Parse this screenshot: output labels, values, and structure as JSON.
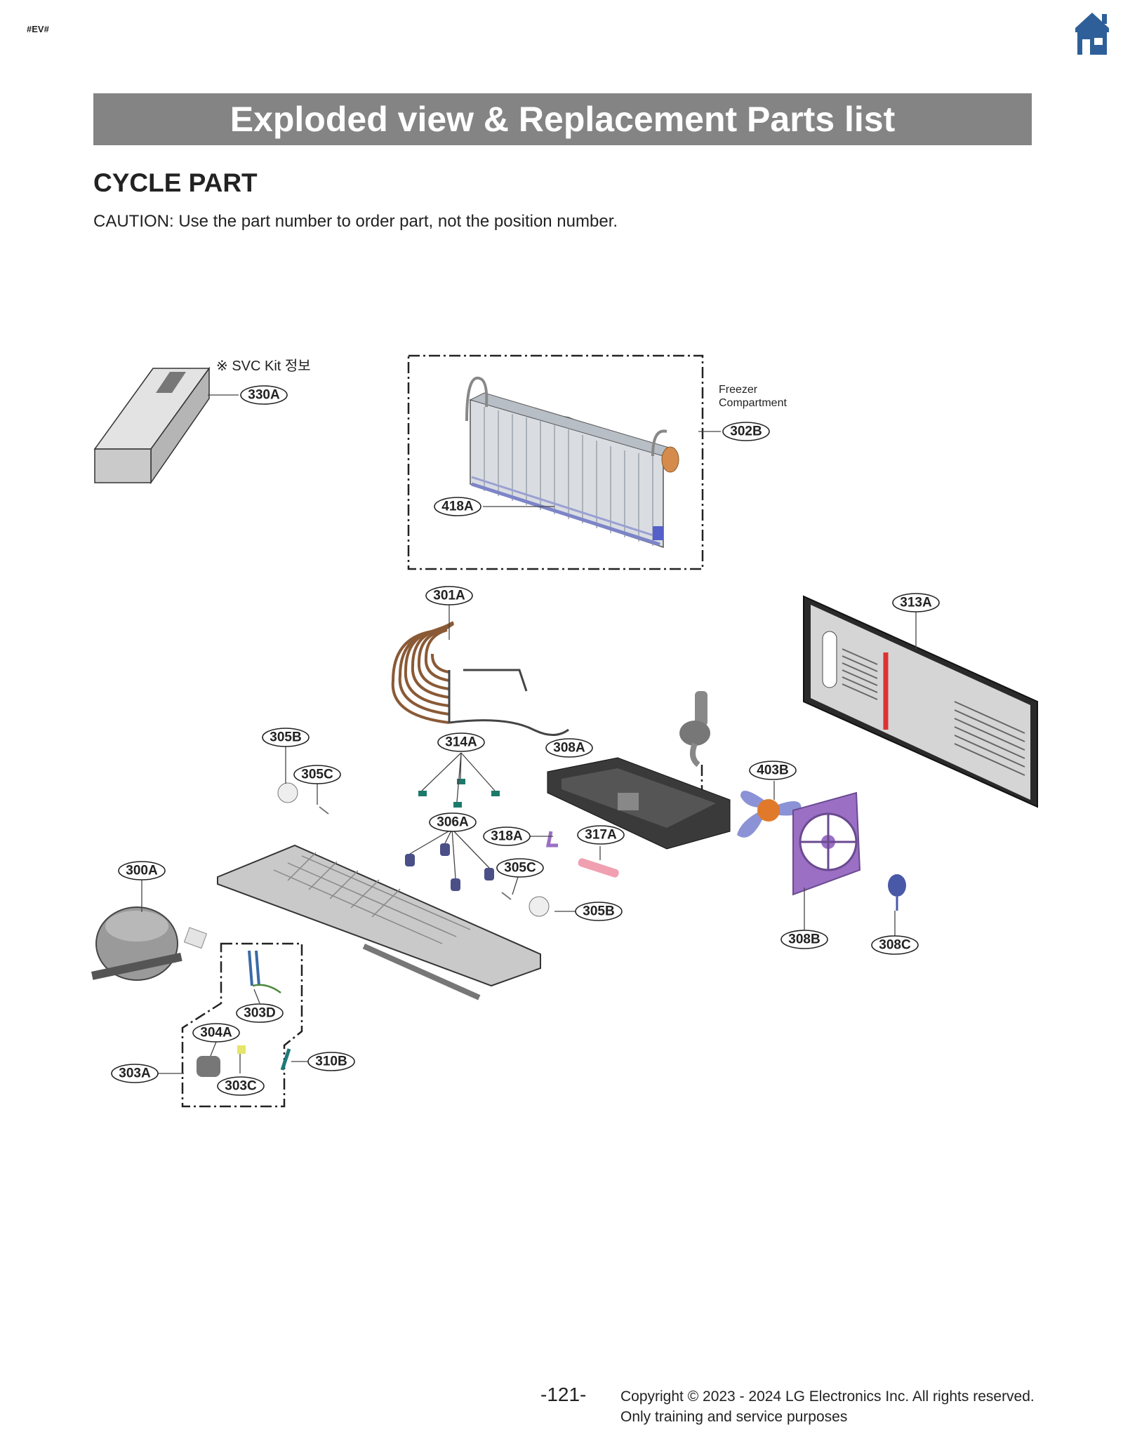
{
  "header": {
    "tag": "#EV#",
    "home_icon": "home-icon",
    "banner_title": "Exploded view & Replacement Parts list"
  },
  "section": {
    "title": "CYCLE PART",
    "caution": "CAUTION: Use the part number to order part, not the position number."
  },
  "diagram": {
    "svc_note": "※ SVC Kit 정보",
    "freezer_label_line1": "Freezer",
    "freezer_label_line2": "Compartment",
    "parts": {
      "p330A": "330A",
      "p302B": "302B",
      "p418A": "418A",
      "p301A": "301A",
      "p313A": "313A",
      "p305B_a": "305B",
      "p314A": "314A",
      "p308A": "308A",
      "p305C_a": "305C",
      "p403B": "403B",
      "p306A": "306A",
      "p318A": "318A",
      "p317A": "317A",
      "p300A": "300A",
      "p305C_b": "305C",
      "p305B_b": "305B",
      "p308B": "308B",
      "p308C": "308C",
      "p303D": "303D",
      "p304A": "304A",
      "p310B": "310B",
      "p303A": "303A",
      "p303C": "303C"
    }
  },
  "footer": {
    "page_number": "-121-",
    "copyright_line1": "Copyright © 2023 - 2024 LG Electronics Inc. All rights reserved.",
    "copyright_line2": "Only training and service purposes"
  }
}
